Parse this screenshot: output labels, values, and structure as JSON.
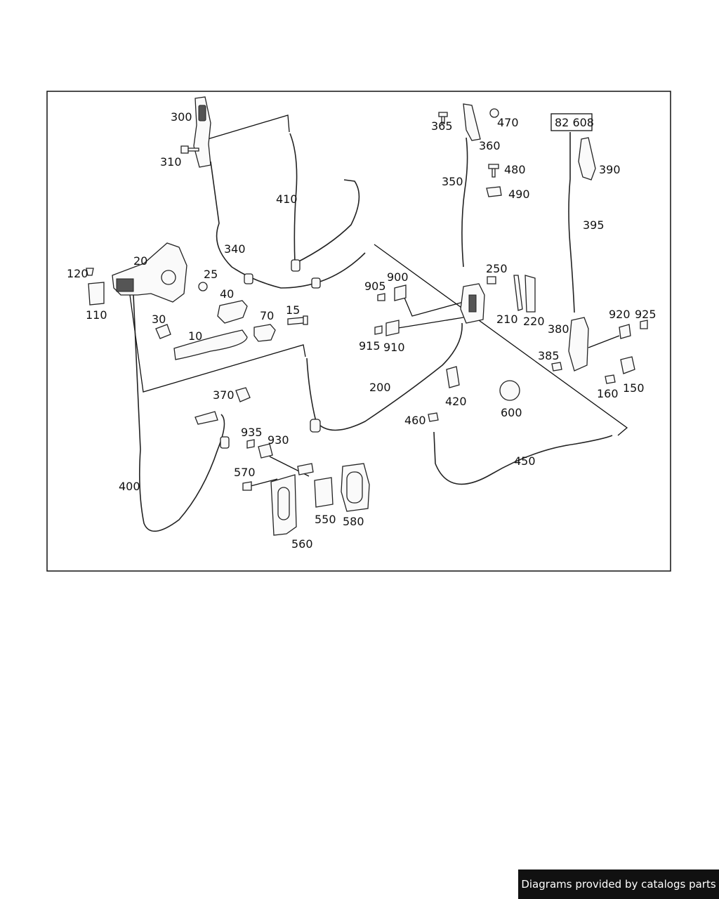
{
  "diagram": {
    "labels": {
      "l300": "300",
      "l310": "310",
      "l410": "410",
      "l340": "340",
      "l120": "120",
      "l110": "110",
      "l20": "20",
      "l25": "25",
      "l40": "40",
      "l70": "70",
      "l15": "15",
      "l30": "30",
      "l10": "10",
      "l365": "365",
      "l470": "470",
      "l360": "360",
      "l350": "350",
      "l480": "480",
      "l490": "490",
      "l250": "250",
      "l210": "210",
      "l220": "220",
      "l905": "905",
      "l900": "900",
      "l915": "915",
      "l910": "910",
      "l82608": "82 608",
      "l390": "390",
      "l395": "395",
      "l380": "380",
      "l920": "920",
      "l925": "925",
      "l385": "385",
      "l160": "160",
      "l150": "150",
      "l200": "200",
      "l420": "420",
      "l600": "600",
      "l460": "460",
      "l450": "450",
      "l370": "370",
      "l935": "935",
      "l930": "930",
      "l570": "570",
      "l550": "550",
      "l580": "580",
      "l560": "560",
      "l400": "400"
    }
  },
  "footer": {
    "text": "Diagrams provided by catalogs parts"
  }
}
